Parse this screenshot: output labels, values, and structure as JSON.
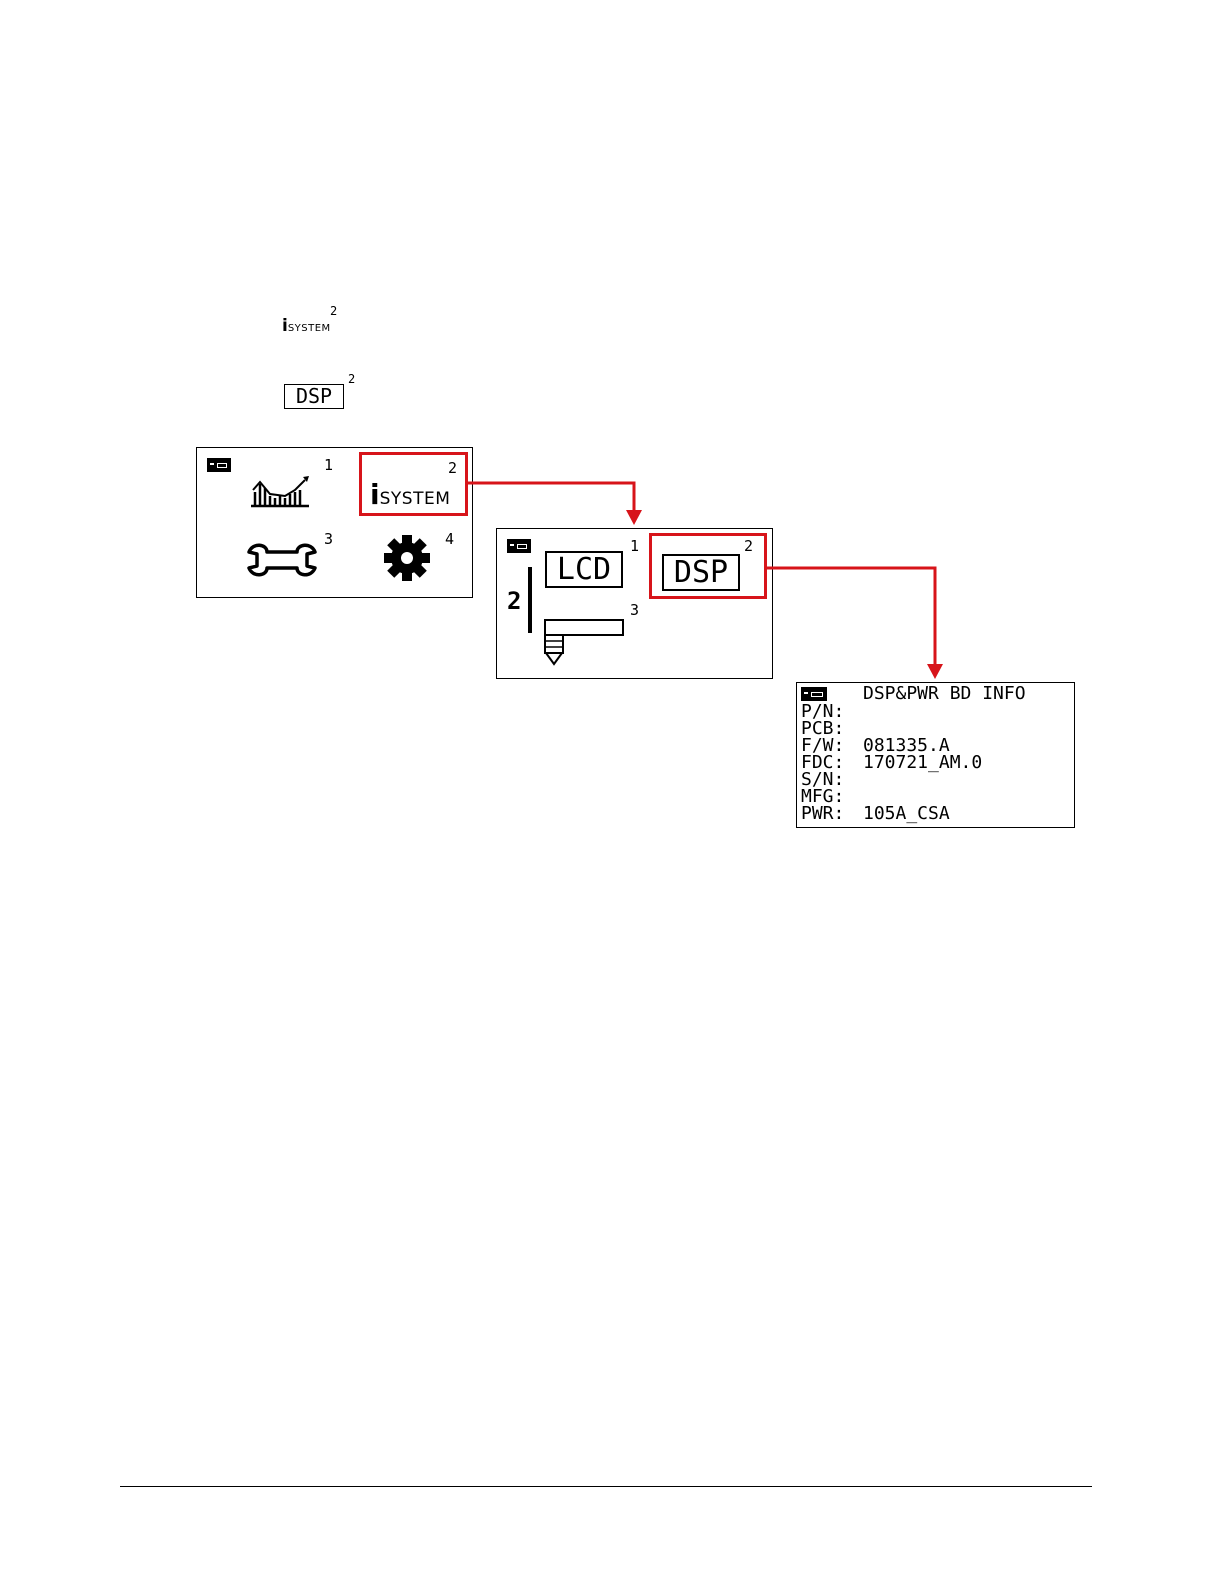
{
  "inline_icons": {
    "isystem": {
      "i": "i",
      "text": "SYSTEM",
      "sup": "2",
      "icon": "isystem-icon"
    },
    "dsp": {
      "text": "DSP",
      "sup": "2"
    }
  },
  "menu_main": {
    "header_icon": "info-tab-icon",
    "items": [
      {
        "icon": "trend-chart-icon",
        "num": "1"
      },
      {
        "icon": "isystem-icon",
        "i": "i",
        "text": "SYSTEM",
        "num": "2"
      },
      {
        "icon": "wrench-icon",
        "num": "3"
      },
      {
        "icon": "gear-icon",
        "num": "4"
      }
    ]
  },
  "menu_system": {
    "header_icon": "info-tab-icon",
    "side_number": "2",
    "items": [
      {
        "text": "LCD",
        "num": "1"
      },
      {
        "text": "DSP",
        "num": "2"
      },
      {
        "icon": "torch-icon",
        "num": "3"
      }
    ]
  },
  "info_screen": {
    "header_icon": "info-tab-icon",
    "title": "DSP&PWR BD INFO",
    "rows": [
      {
        "label": "P/N:",
        "value": ""
      },
      {
        "label": "PCB:",
        "value": ""
      },
      {
        "label": "F/W:",
        "value": "081335.A"
      },
      {
        "label": "FDC:",
        "value": "170721_AM.0"
      },
      {
        "label": "S/N:",
        "value": ""
      },
      {
        "label": "MFG:",
        "value": ""
      },
      {
        "label": "PWR:",
        "value": "105A_CSA"
      }
    ]
  },
  "colors": {
    "highlight": "#d7141a",
    "ink": "#000000",
    "background": "#ffffff"
  }
}
